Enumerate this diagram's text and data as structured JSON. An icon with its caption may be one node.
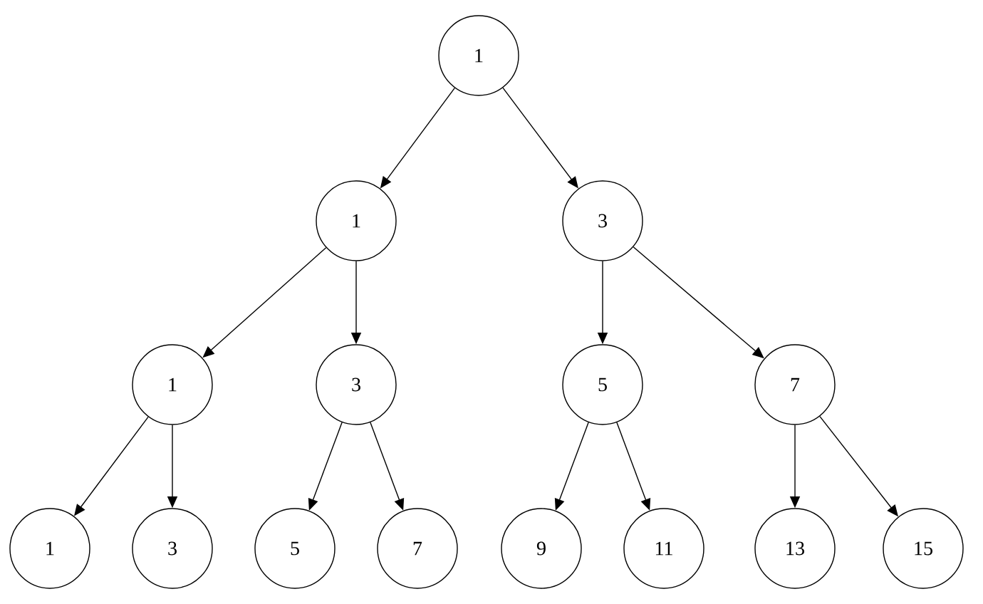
{
  "diagram": {
    "nodes": [
      {
        "text": [
          "1"
        ]
      },
      {
        "text": [
          "1"
        ]
      },
      {
        "text": [
          "3"
        ]
      },
      {
        "text": [
          "1"
        ]
      },
      {
        "text": [
          "3"
        ]
      },
      {
        "text": [
          "5"
        ]
      },
      {
        "text": [
          "7"
        ]
      },
      {
        "text": [
          "1"
        ]
      },
      {
        "text": [
          "3"
        ]
      },
      {
        "text": [
          "5"
        ]
      },
      {
        "text": [
          "7"
        ]
      },
      {
        "text": [
          "9"
        ]
      },
      {
        "text": [
          "11"
        ]
      },
      {
        "text": [
          "13"
        ]
      },
      {
        "text": [
          "15"
        ]
      }
    ],
    "edges": [
      {
        "from": 0,
        "to": 1,
        "arrow": "to"
      },
      {
        "from": 0,
        "to": 2,
        "arrow": "to"
      },
      {
        "from": 1,
        "to": 3,
        "arrow": "to"
      },
      {
        "from": 1,
        "to": 4,
        "arrow": "to"
      },
      {
        "from": 2,
        "to": 5,
        "arrow": "to"
      },
      {
        "from": 2,
        "to": 6,
        "arrow": "to"
      },
      {
        "from": 3,
        "to": 7,
        "arrow": "to"
      },
      {
        "from": 3,
        "to": 8,
        "arrow": "to"
      },
      {
        "from": 4,
        "to": 9,
        "arrow": "to"
      },
      {
        "from": 4,
        "to": 10,
        "arrow": "to"
      },
      {
        "from": 5,
        "to": 11,
        "arrow": "to"
      },
      {
        "from": 5,
        "to": 12,
        "arrow": "to"
      },
      {
        "from": 6,
        "to": 13,
        "arrow": "to"
      },
      {
        "from": 6,
        "to": 14,
        "arrow": "to"
      }
    ]
  }
}
